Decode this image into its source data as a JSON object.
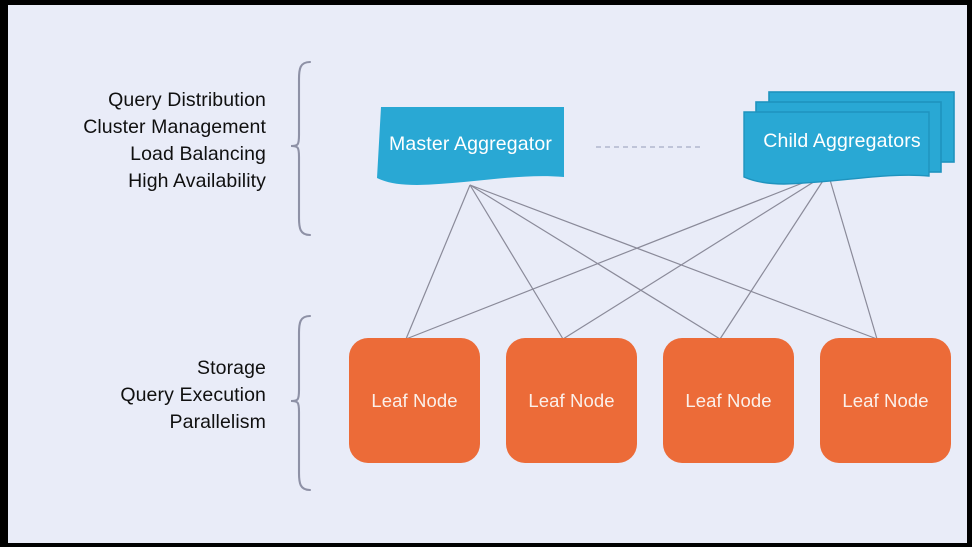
{
  "slide": {
    "background_color": "#e9ecf8",
    "frame_color": "#000000"
  },
  "groups": [
    {
      "id": "aggregator-tier",
      "brace": "right-curly-brace",
      "labels": [
        "Query Distribution",
        "Cluster Management",
        "Load Balancing",
        "High Availability"
      ]
    },
    {
      "id": "leaf-tier",
      "brace": "right-curly-brace",
      "labels": [
        "Storage",
        "Query Execution",
        "Parallelism"
      ]
    }
  ],
  "nodes": {
    "master_aggregator": {
      "label": "Master Aggregator",
      "color": "#29a8d4",
      "text_color": "#ffffff"
    },
    "child_aggregators": {
      "label": "Child Aggregators",
      "color": "#29a8d4",
      "stack_back_color": "#1f93be",
      "stack_count": 3,
      "text_color": "#ffffff"
    },
    "leaf_nodes": [
      {
        "label": "Leaf Node",
        "color": "#ec6b38",
        "text_color": "#fbf0ea"
      },
      {
        "label": "Leaf Node",
        "color": "#ec6b38",
        "text_color": "#fbf0ea"
      },
      {
        "label": "Leaf Node",
        "color": "#ec6b38",
        "text_color": "#fbf0ea"
      },
      {
        "label": "Leaf Node",
        "color": "#ec6b38",
        "text_color": "#fbf0ea"
      }
    ]
  },
  "connectors": {
    "line_color": "#8a8a99",
    "peer_link_style": "dashed",
    "peer_link_color": "#b9bed4",
    "master_fanout_count": 4,
    "child_fanout_count": 4
  }
}
